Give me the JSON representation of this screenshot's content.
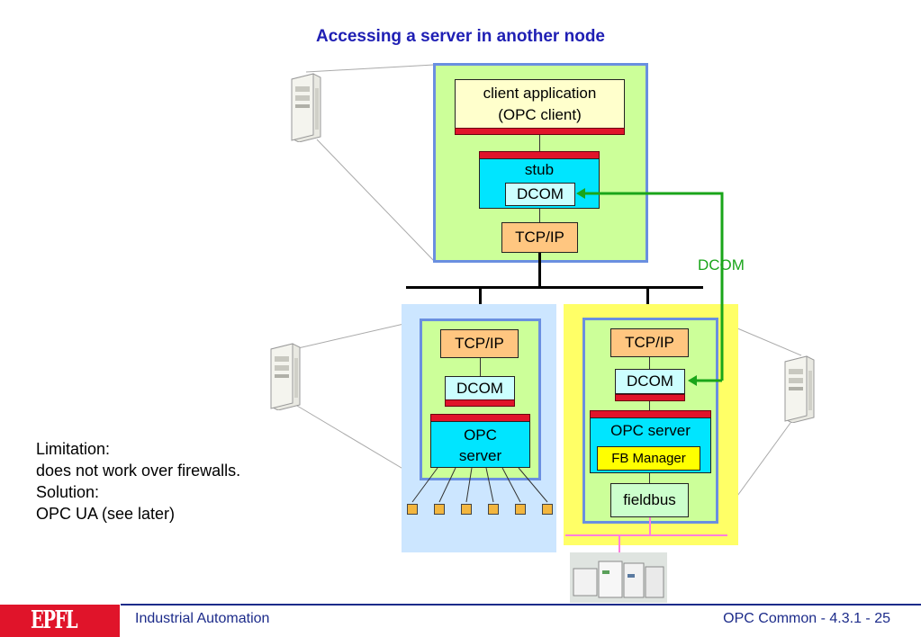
{
  "title": "Accessing a server in another node",
  "client_node": {
    "app_line1": "client application",
    "app_line2": "(OPC client)",
    "stub_label": "stub",
    "dcom_label": "DCOM",
    "tcpip_label": "TCP/IP"
  },
  "dcom_link_label": "DCOM",
  "server_node_1": {
    "tcpip_label": "TCP/IP",
    "dcom_label": "DCOM",
    "opc_line1": "OPC",
    "opc_line2": "server"
  },
  "server_node_2": {
    "tcpip_label": "TCP/IP",
    "dcom_label": "DCOM",
    "opc_label": "OPC server",
    "fb_manager_label": "FB Manager",
    "fieldbus_label": "fieldbus"
  },
  "note": {
    "line1": "Limitation:",
    "line2": "does not work over firewalls.",
    "line3": "Solution:",
    "line4": "OPC UA (see later)"
  },
  "footer": {
    "logo_text": "EPFL",
    "left": "Industrial Automation",
    "right": "OPC Common - 4.3.1 - 25"
  },
  "colors": {
    "title": "#1f1fb4",
    "client_panel": "#ccff99",
    "server1_outer": "#cce6ff",
    "server2_outer": "#ffff66",
    "dcom_link": "#1aa51a",
    "red_interface": "#e0142a",
    "cyan_box": "#00e5ff",
    "tcpip_box": "#ffc680"
  }
}
